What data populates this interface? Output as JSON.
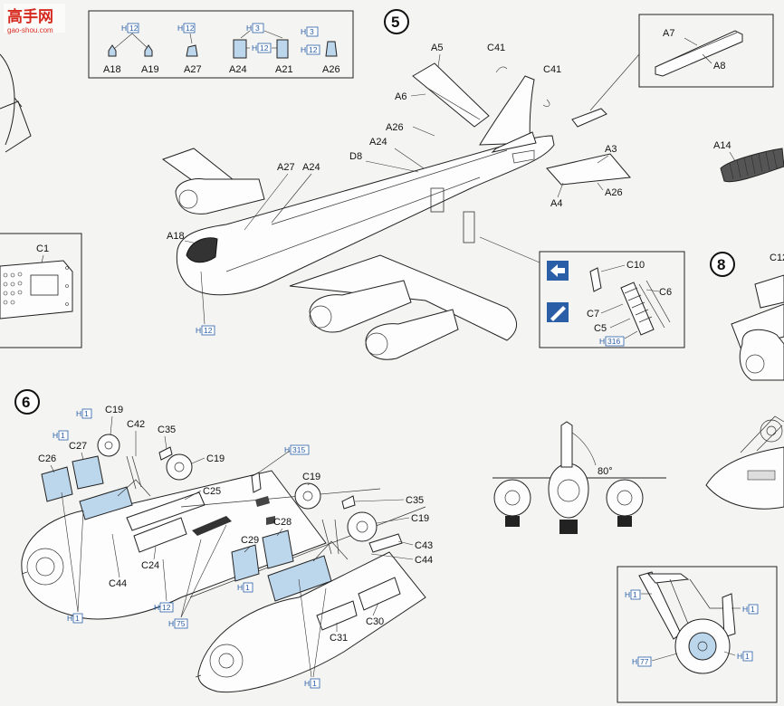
{
  "watermark": {
    "site": "高手网",
    "url": "gao-shou.com"
  },
  "steps": [
    "5",
    "6",
    "8"
  ],
  "angle_label": "80°",
  "inset_top": {
    "parts": [
      "A18",
      "A19",
      "A27",
      "A24",
      "A21",
      "A26"
    ],
    "h_refs": [
      "12",
      "12",
      "3",
      "12",
      "3",
      "12"
    ]
  },
  "step5_labels": [
    "A5",
    "A6",
    "C41",
    "C41",
    "A26",
    "A24",
    "D8",
    "A27",
    "A24",
    "A18",
    "A3",
    "A4",
    "A26",
    "C10",
    "C6",
    "C7",
    "C5"
  ],
  "step5_h_refs": [
    "12",
    "316"
  ],
  "inset_a7": [
    "A7",
    "A8"
  ],
  "a14_label": "A14",
  "c1_label": "C1",
  "c12_label": "C12",
  "step6_labels": [
    "C19",
    "C42",
    "C35",
    "C19",
    "C26",
    "C27",
    "C25",
    "C24",
    "C44",
    "C19",
    "C35",
    "C19",
    "C43",
    "C44",
    "C28",
    "C29",
    "C30",
    "C31"
  ],
  "step6_h_refs": [
    "1",
    "1",
    "1",
    "315",
    "12",
    "75",
    "1",
    "1"
  ],
  "inset_gear_h_refs": [
    "1",
    "1",
    "77",
    "1"
  ],
  "colors": {
    "accent_blue": "#2a5fa8",
    "part_fill_blue": "#bcd6ec",
    "line": "#222222",
    "paper": "#f4f4f2"
  }
}
